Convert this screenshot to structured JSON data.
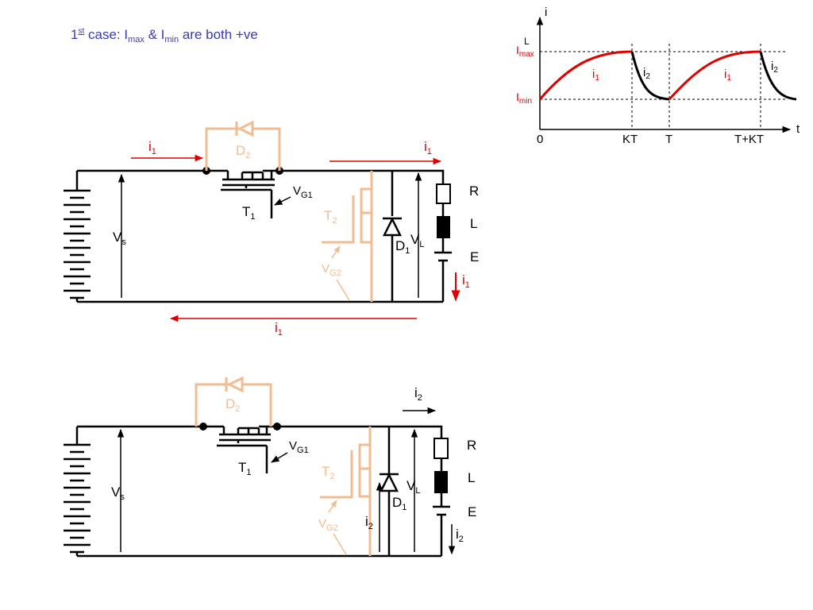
{
  "title": {
    "num": "1",
    "sup": "st",
    "pre": "case:  I",
    "max_sub": "max",
    "mid": " & I",
    "min_sub": "min",
    "post": " are both +ve"
  },
  "graph": {
    "y_axis_label": "i",
    "x_axis_label": "t",
    "imax_main": "I",
    "imax_sub": "max",
    "imin_main": "I",
    "imin_sub": "min",
    "l_label": "L",
    "x_ticks": [
      "0",
      "KT",
      "T",
      "T+KT"
    ],
    "rise_label_main": "i",
    "rise_label_sub": "1",
    "fall_label_main": "i",
    "fall_label_sub": "2",
    "colors": {
      "rising": "#e00000",
      "falling": "#000000",
      "guides": "#000000"
    },
    "waveform": {
      "type": "line",
      "note_free_segments": [
        {
          "from": "0",
          "to": "KT",
          "current": "i1",
          "trend": "rise",
          "start": "Imin",
          "end": "Imax"
        },
        {
          "from": "KT",
          "to": "T",
          "current": "i2",
          "trend": "fall",
          "start": "Imax",
          "end": "Imin"
        },
        {
          "from": "T",
          "to": "T+KT",
          "current": "i1",
          "trend": "rise",
          "start": "Imin",
          "end": "Imax"
        },
        {
          "from": "T+KT",
          "to": "",
          "current": "i2",
          "trend": "fall",
          "start": "Imax",
          "end": "Imin"
        }
      ]
    }
  },
  "circuit1": {
    "i_main": "i",
    "i_sub": "1",
    "vs_main": "V",
    "vs_sub": "s",
    "vg1_main": "V",
    "vg1_sub": "G1",
    "t1_main": "T",
    "t1_sub": "1",
    "t2_main": "T",
    "t2_sub": "2",
    "vg2_main": "V",
    "vg2_sub": "G2",
    "d2_main": "D",
    "d2_sub": "2",
    "d1_main": "D",
    "d1_sub": "1",
    "vl_main": "V",
    "vl_sub": "L",
    "r": "R",
    "l": "L",
    "e": "E",
    "load_i_main": "i",
    "load_i_sub": "1"
  },
  "circuit2": {
    "i_main": "i",
    "i_sub": "2",
    "vs_main": "V",
    "vs_sub": "s",
    "vg1_main": "V",
    "vg1_sub": "G1",
    "t1_main": "T",
    "t1_sub": "1",
    "t2_main": "T",
    "t2_sub": "2",
    "vg2_main": "V",
    "vg2_sub": "G2",
    "d2_main": "D",
    "d2_sub": "2",
    "d1_main": "D",
    "d1_sub": "1",
    "vl_main": "V",
    "vl_sub": "L",
    "r": "R",
    "l": "L",
    "e": "E"
  },
  "palette": {
    "wire": "#000000",
    "current": "#e00000",
    "inactive": "#f2bc91",
    "title": "#3a3bb0"
  }
}
